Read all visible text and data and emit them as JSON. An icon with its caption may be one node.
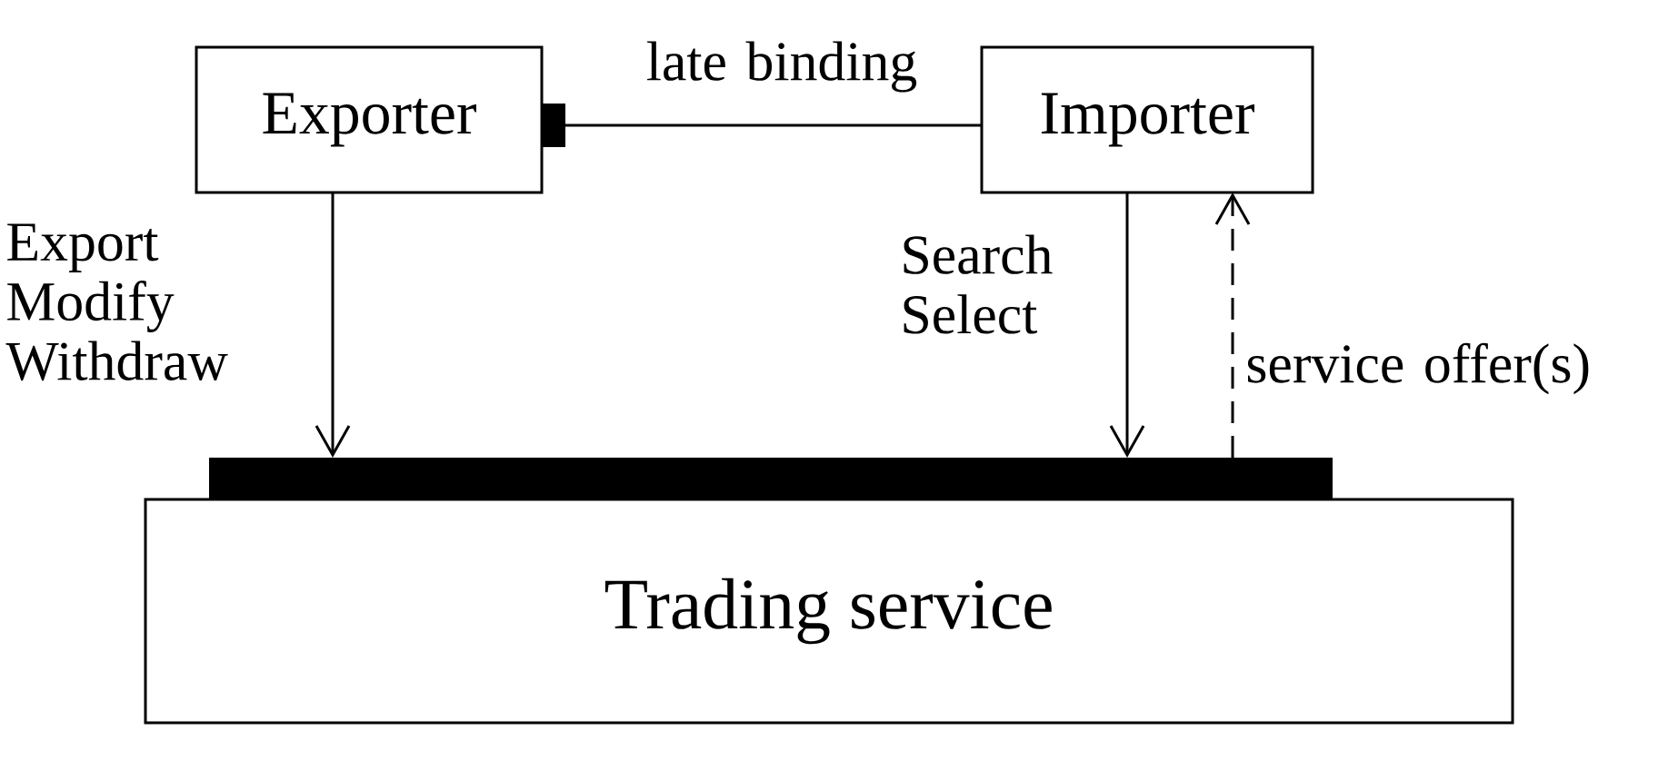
{
  "diagram": {
    "nodes": [
      {
        "text": [
          "Exporter"
        ]
      },
      {
        "text": [
          "Importer"
        ]
      },
      {
        "text": [],
        "shape": "bar"
      },
      {
        "text": [
          "Trading service"
        ]
      },
      {
        "text": [],
        "shape": "bar"
      }
    ],
    "edges": [
      {
        "from": 0,
        "to": 2,
        "arrow": "to",
        "label": "Export Modify Withdraw"
      },
      {
        "from": 1,
        "to": 2,
        "arrow": "to",
        "label": "Search Select"
      },
      {
        "from": 2,
        "to": 1,
        "arrow": "to",
        "style": "dashed",
        "label": "service offer(s)"
      },
      {
        "from": 4,
        "to": 1,
        "arrow": "none",
        "label": "late binding"
      }
    ]
  }
}
